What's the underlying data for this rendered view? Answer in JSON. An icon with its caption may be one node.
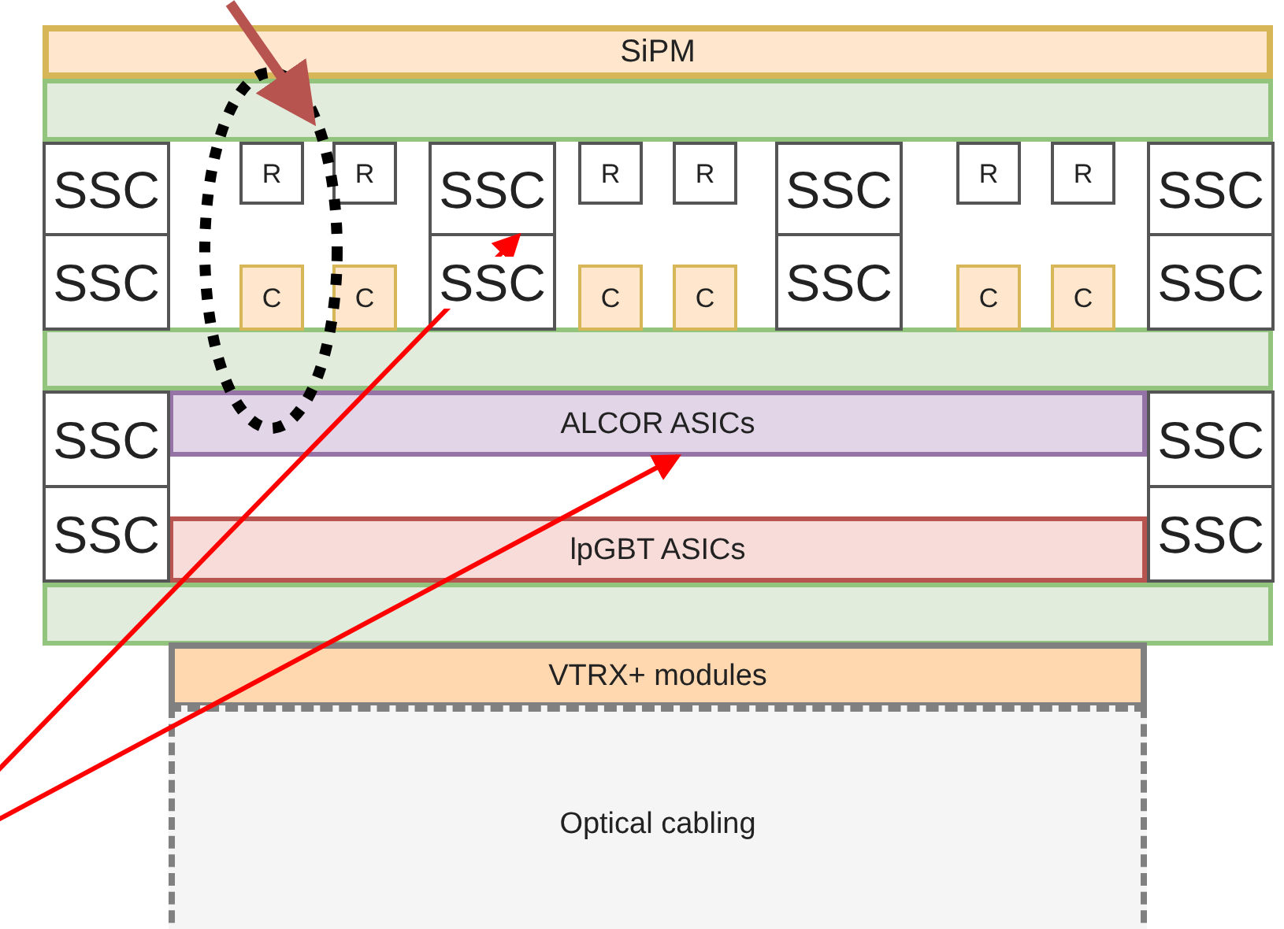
{
  "diagram": {
    "nodes": [
      {
        "text": [
          "SiPM"
        ]
      },
      {
        "text": [],
        "shape": "bar"
      },
      {
        "text": [],
        "shape": "ellipse"
      },
      {
        "text": [
          "SSC"
        ]
      },
      {
        "text": [
          "R"
        ],
        "in": 2
      },
      {
        "text": [
          "R"
        ]
      },
      {
        "text": [
          "SSC"
        ]
      },
      {
        "text": [
          "R"
        ]
      },
      {
        "text": [
          "R"
        ]
      },
      {
        "text": [
          "SSC"
        ]
      },
      {
        "text": [
          "R"
        ]
      },
      {
        "text": [
          "R"
        ]
      },
      {
        "text": [
          "SSC"
        ]
      },
      {
        "text": [
          "SSC"
        ]
      },
      {
        "text": [
          "C"
        ],
        "in": 2
      },
      {
        "text": [
          "C"
        ]
      },
      {
        "text": [
          "SSC"
        ]
      },
      {
        "text": [
          "C"
        ]
      },
      {
        "text": [
          "C"
        ]
      },
      {
        "text": [
          "SSC"
        ]
      },
      {
        "text": [
          "C"
        ]
      },
      {
        "text": [
          "C"
        ]
      },
      {
        "text": [
          "SSC"
        ]
      },
      {
        "text": [],
        "shape": "bar"
      },
      {
        "text": [
          "SSC"
        ]
      },
      {
        "text": [
          "ALCOR ASICs"
        ]
      },
      {
        "text": [
          "SSC"
        ]
      },
      {
        "text": [
          "SSC"
        ]
      },
      {
        "text": [
          "lpGBT ASICs"
        ]
      },
      {
        "text": [
          "SSC"
        ]
      },
      {
        "text": [],
        "shape": "bar"
      },
      {
        "text": [
          "VTRX+ modules"
        ]
      },
      {
        "text": [
          "Optical cabling"
        ]
      }
    ],
    "edges": [
      {
        "from": null,
        "to": 2,
        "arrow": "to",
        "style": "thick",
        "color": "#b85450"
      },
      {
        "from": null,
        "to": 6,
        "arrow": "to"
      },
      {
        "from": null,
        "to": 25,
        "arrow": "to"
      }
    ]
  }
}
